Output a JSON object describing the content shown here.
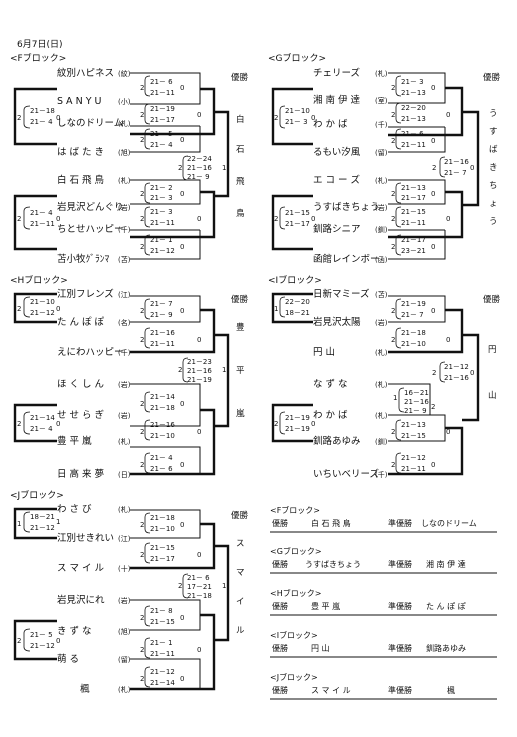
{
  "date": "6月7日(日)",
  "blocks": {
    "F": {
      "title": "<Fブロック>",
      "teams": [
        {
          "name": "紋別ハピネス",
          "aff": "(紋)"
        },
        {
          "name": "S A N Y U",
          "aff": "(小)"
        },
        {
          "name": "しなのドリーム",
          "aff": "(札)"
        },
        {
          "name": "は ば た き",
          "aff": "(旭)"
        },
        {
          "name": "白 石 飛 鳥",
          "aff": "(札)"
        },
        {
          "name": "岩見沢どんぐり",
          "aff": "(岩)"
        },
        {
          "name": "ちとせハッピー",
          "aff": "(千)"
        },
        {
          "name": "苫小牧ｸﾞﾗﾝﾏ",
          "aff": "(苫)"
        }
      ],
      "matches": [
        {
          "scores": [
            "21－ 6",
            "21－11"
          ],
          "left": "2",
          "right": "0"
        },
        {
          "scores": [
            "21－19",
            "21－17"
          ],
          "left": "2",
          "right": "0"
        },
        {
          "scores": [
            "21－ 5",
            "21－ 4"
          ],
          "left": "2",
          "right": "0"
        },
        {
          "scores": [
            "21－18",
            "21－ 4"
          ],
          "left": "2",
          "right": "0"
        },
        {
          "scores": [
            "22－24",
            "21－16",
            "21－ 9"
          ],
          "left": "2",
          "right": "1"
        },
        {
          "scores": [
            "21－ 2",
            "21－ 3"
          ],
          "left": "2",
          "right": "0"
        },
        {
          "scores": [
            "21－ 3",
            "21－11"
          ],
          "left": "2",
          "right": "0"
        },
        {
          "scores": [
            "21－ 4",
            "21－11"
          ],
          "left": "2",
          "right": "0"
        },
        {
          "scores": [
            "21－ 1",
            "21－12"
          ],
          "left": "2",
          "right": "0"
        }
      ],
      "winner_label": "優勝",
      "winner_chars": [
        "白",
        "石",
        "飛",
        "鳥"
      ]
    },
    "G": {
      "title": "<Gブロック>",
      "teams": [
        {
          "name": "チェリーズ",
          "aff": "(札)"
        },
        {
          "name": "湘 南 伊 達",
          "aff": "(室)"
        },
        {
          "name": "わ か ば",
          "aff": "(千)"
        },
        {
          "name": "るもい汐風",
          "aff": "(留)"
        },
        {
          "name": "エ コ ー ズ",
          "aff": "(札)"
        },
        {
          "name": "うすばきちょう",
          "aff": "(岩)"
        },
        {
          "name": "釧路シニア",
          "aff": "(釧)"
        },
        {
          "name": "函館レインボー",
          "aff": "(函)"
        }
      ],
      "matches": [
        {
          "scores": [
            "21－ 3",
            "21－13"
          ],
          "left": "2",
          "right": "0"
        },
        {
          "scores": [
            "22－20",
            "21－13"
          ],
          "left": "2",
          "right": "0"
        },
        {
          "scores": [
            "21－10",
            "21－ 3"
          ],
          "left": "2",
          "right": "0"
        },
        {
          "scores": [
            "21－ 6",
            "21－11"
          ],
          "left": "2",
          "right": "0"
        },
        {
          "scores": [
            "21－16",
            "21－ 7"
          ],
          "left": "2",
          "right": "0"
        },
        {
          "scores": [
            "21－13",
            "21－17"
          ],
          "left": "2",
          "right": "0"
        },
        {
          "scores": [
            "21－15",
            "21－11"
          ],
          "left": "2",
          "right": "0"
        },
        {
          "scores": [
            "21－15",
            "21－17"
          ],
          "left": "2",
          "right": "0"
        },
        {
          "scores": [
            "21－17",
            "23－21"
          ],
          "left": "2",
          "right": "0"
        }
      ],
      "winner_label": "優勝",
      "winner_chars": [
        "う",
        "す",
        "ば",
        "き",
        "ち",
        "ょ",
        "う"
      ]
    },
    "H": {
      "title": "<Hブロック>",
      "teams": [
        {
          "name": "江別フレンズ",
          "aff": "(江)"
        },
        {
          "name": "た ん ぽ ぽ",
          "aff": "(名)"
        },
        {
          "name": "えにわハッピー",
          "aff": "(千)"
        },
        {
          "name": "ほ く し ん",
          "aff": "(岩)"
        },
        {
          "name": "せ せ ら ぎ",
          "aff": "(岩)"
        },
        {
          "name": "豊 平 嵐",
          "aff": "(札)"
        },
        {
          "name": "日 高 来 夢",
          "aff": "(日)"
        }
      ],
      "matches": [
        {
          "scores": [
            "21－10",
            "21－12"
          ],
          "left": "2",
          "right": "0"
        },
        {
          "scores": [
            "21－ 7",
            "21－ 9"
          ],
          "left": "2",
          "right": "0"
        },
        {
          "scores": [
            "21－16",
            "21－11"
          ],
          "left": "2",
          "right": "0"
        },
        {
          "scores": [
            "21－23",
            "21－16",
            "21－19"
          ],
          "left": "2",
          "right": "1"
        },
        {
          "scores": [
            "21－14",
            "21－18"
          ],
          "left": "2",
          "right": "0"
        },
        {
          "scores": [
            "21－14",
            "21－ 4"
          ],
          "left": "2",
          "right": "0"
        },
        {
          "scores": [
            "21－16",
            "21－10"
          ],
          "left": "2",
          "right": "0"
        },
        {
          "scores": [
            "21－ 4",
            "21－ 6"
          ],
          "left": "2",
          "right": "0"
        }
      ],
      "winner_label": "優勝",
      "winner_chars": [
        "豊",
        "平",
        "嵐"
      ]
    },
    "I": {
      "title": "<Iブロック>",
      "teams": [
        {
          "name": "日新マミーズ",
          "aff": "(苫)"
        },
        {
          "name": "岩見沢太陽",
          "aff": "(岩)"
        },
        {
          "name": "円 山",
          "aff": "(札)"
        },
        {
          "name": "な ず な",
          "aff": "(札)"
        },
        {
          "name": "わ か ば",
          "aff": "(札)"
        },
        {
          "name": "釧路あゆみ",
          "aff": "(釧)"
        },
        {
          "name": "いちいベリーズ",
          "aff": "(千)"
        }
      ],
      "matches": [
        {
          "scores": [
            "22－20",
            "18－21"
          ],
          "left": "1",
          "right": ""
        },
        {
          "scores": [
            "21－19",
            "21－ 7"
          ],
          "left": "2",
          "right": "0"
        },
        {
          "scores": [
            "21－18",
            "21－10"
          ],
          "left": "2",
          "right": "0"
        },
        {
          "scores": [
            "21－12",
            "21－16"
          ],
          "left": "2",
          "right": "0"
        },
        {
          "scores": [
            "16－21",
            "21－16",
            "21－ 9"
          ],
          "left": "1",
          "right": "2"
        },
        {
          "scores": [
            "21－19",
            "21－19"
          ],
          "left": "2",
          "right": "0"
        },
        {
          "scores": [
            "21－13",
            "21－15"
          ],
          "left": "2",
          "right": "0"
        },
        {
          "scores": [
            "21－12",
            "21－11"
          ],
          "left": "2",
          "right": "0"
        }
      ],
      "winner_label": "優勝",
      "winner_chars": [
        "円",
        "山"
      ]
    },
    "J": {
      "title": "<Jブロック>",
      "teams": [
        {
          "name": "わ さ び",
          "aff": "(札)"
        },
        {
          "name": "江別せきれい",
          "aff": "(江)"
        },
        {
          "name": "ス マ イ ル",
          "aff": "(十)"
        },
        {
          "name": "岩見沢にれ",
          "aff": "(岩)"
        },
        {
          "name": "き ず な",
          "aff": "(旭)"
        },
        {
          "name": "萌 る",
          "aff": "(留)"
        },
        {
          "name": "楓",
          "aff": "(札)"
        }
      ],
      "matches": [
        {
          "scores": [
            "18－21",
            "21－12"
          ],
          "left": "1",
          "right": "1"
        },
        {
          "scores": [
            "21－18",
            "21－10"
          ],
          "left": "2",
          "right": "0"
        },
        {
          "scores": [
            "21－15",
            "21－17"
          ],
          "left": "2",
          "right": "0"
        },
        {
          "scores": [
            "21－ 6",
            "17－21",
            "21－18"
          ],
          "left": "2",
          "right": "1"
        },
        {
          "scores": [
            "21－ 8",
            "21－15"
          ],
          "left": "2",
          "right": "0"
        },
        {
          "scores": [
            "21－ 5",
            "21－12"
          ],
          "left": "2",
          "right": "0"
        },
        {
          "scores": [
            "21－ 1",
            "21－11"
          ],
          "left": "2",
          "right": "0"
        },
        {
          "scores": [
            "21－12",
            "21－14"
          ],
          "left": "2",
          "right": "0"
        }
      ],
      "winner_label": "優勝",
      "winner_chars": [
        "ス",
        "マ",
        "イ",
        "ル"
      ]
    }
  },
  "summary": [
    {
      "title": "<Fブロック>",
      "winner_label": "優勝",
      "winner": "白 石 飛 鳥",
      "runner_label": "準優勝",
      "runner": "しなのドリーム"
    },
    {
      "title": "<Gブロック>",
      "winner_label": "優勝",
      "winner": "うすばきちょう",
      "runner_label": "準優勝",
      "runner": "湘 南 伊 達"
    },
    {
      "title": "<Hブロック>",
      "winner_label": "優勝",
      "winner": "豊 平 嵐",
      "runner_label": "準優勝",
      "runner": "た ん ぽ ぽ"
    },
    {
      "title": "<Iブロック>",
      "winner_label": "優勝",
      "winner": "円 山",
      "runner_label": "準優勝",
      "runner": "釧路あゆみ"
    },
    {
      "title": "<Jブロック>",
      "winner_label": "優勝",
      "winner": "ス マ イ ル",
      "runner_label": "準優勝",
      "runner": "楓"
    }
  ]
}
